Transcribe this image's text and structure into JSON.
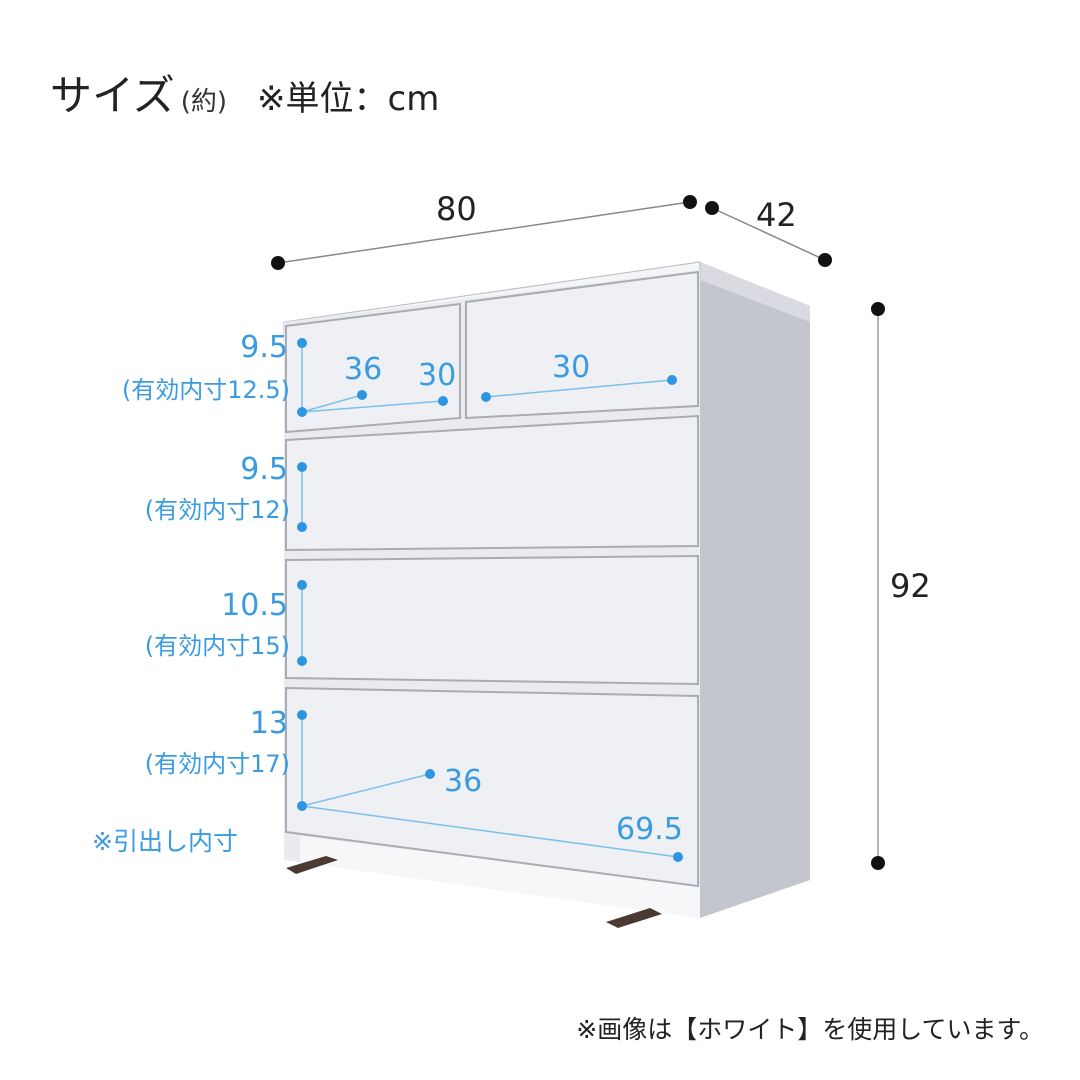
{
  "header": {
    "title": "サイズ",
    "approx": "(約)",
    "unit_note": "※単位：cm"
  },
  "overall_dimensions": {
    "width": "80",
    "depth": "42",
    "height": "92"
  },
  "drawers": [
    {
      "name": "top-drawers",
      "height": "9.5",
      "effective_height": "(有効内寸12.5)",
      "depth": "36",
      "left_width": "30",
      "right_width": "30"
    },
    {
      "name": "drawer-2",
      "height": "9.5",
      "effective_height": "(有効内寸12)"
    },
    {
      "name": "drawer-3",
      "height": "10.5",
      "effective_height": "(有効内寸15)"
    },
    {
      "name": "drawer-4",
      "height": "13",
      "effective_height": "(有効内寸17)",
      "depth": "36",
      "width": "69.5"
    }
  ],
  "notes": {
    "drawer_inner": "※引出し内寸",
    "image_color": "※画像は【ホワイト】を使用しています。"
  },
  "colors": {
    "accent_blue": "#3a9be0",
    "dimension_black": "#111111",
    "cabinet_front": "#eef0f3",
    "cabinet_side": "#c3c6cc",
    "feet": "#4a3a32"
  }
}
